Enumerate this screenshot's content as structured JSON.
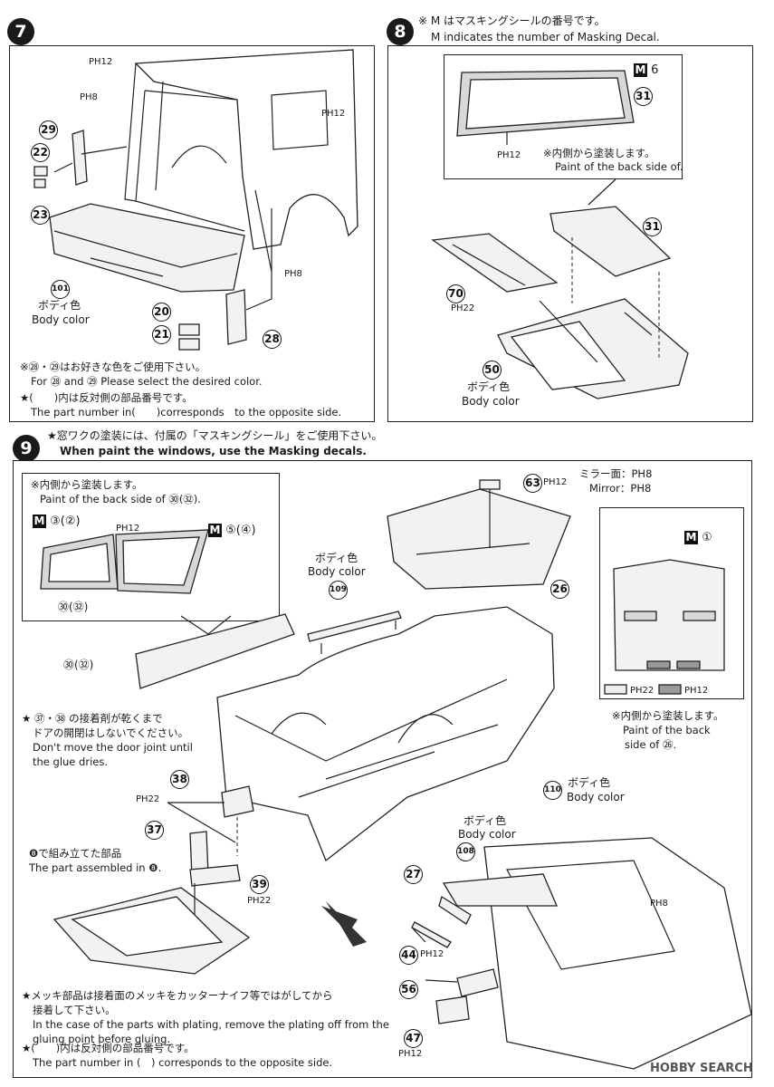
{
  "step7": {
    "number": "7",
    "ph12": "PH12",
    "ph8_a": "PH8",
    "ph12_b": "PH12",
    "ph8_b": "PH8",
    "p29": "29",
    "p22": "22",
    "p23": "23",
    "p101": "101",
    "p20": "20",
    "p21": "21",
    "p28": "28",
    "body_color_jp": "ボディ色",
    "body_color_en": "Body color",
    "note_color_jp": "※㉘・㉙はお好きな色をご使用下さい。",
    "note_color_en": "For ㉘ and ㉙ Please select the desired color.",
    "note_opp_jp": "★(　　)内は反対側の部品番号です。",
    "note_opp_en": "The part number in(　　)corresponds　to the opposite side."
  },
  "step8": {
    "number": "8",
    "mask_note_jp": "※ M はマスキングシールの番号です。",
    "mask_note_en": "M indicates the number of Masking Decal.",
    "m6": "6",
    "p31a": "31",
    "ph12": "PH12",
    "back_jp": "※内側から塗装します。",
    "back_en": "Paint of the back side of.",
    "p31b": "31",
    "p70": "70",
    "ph22": "PH22",
    "p50": "50",
    "body_color_jp": "ボディ色",
    "body_color_en": "Body color"
  },
  "step9": {
    "number": "9",
    "header_jp": "★窓ワクの塗装には、付属の「マスキングシール」をご使用下さい。",
    "header_en": "When paint the windows, use the Masking decals.",
    "inner_jp": "※内側から塗装します。",
    "inner_en": "Paint of the back side of ㉚(㉜).",
    "m3": "③(②)",
    "m5": "⑤(④)",
    "ph12_a": "PH12",
    "p30_32_a": "㉚(㉜)",
    "p30_32_b": "㉚(㉜)",
    "body_color_jp_a": "ボディ色",
    "body_color_en_a": "Body color",
    "p109": "109",
    "p63": "63",
    "ph12_63": "PH12",
    "mirror_jp": "ミラー面：PH8",
    "mirror_en": "Mirror：PH8",
    "p26": "26",
    "m1": "①",
    "ph22_leg": "PH22",
    "ph12_leg": "PH12",
    "back26_jp": "※内側から塗装します。",
    "back26_en1": "Paint of the back",
    "back26_en2": "side of ㉖.",
    "glue_jp1": "★ ㊲・㊳ の接着剤が乾くまで",
    "glue_jp2": "ドアの開閉はしないでください。",
    "glue_en1": "Don't move the door joint until",
    "glue_en2": "the glue dries.",
    "p38": "38",
    "ph22_38": "PH22",
    "p37": "37",
    "p39": "39",
    "ph22_39": "PH22",
    "p110": "110",
    "body_color_jp_b": "ボディ色",
    "body_color_en_b": "Body color",
    "assembled_jp": "❽で組み立てた部品",
    "assembled_en": "The part assembled in ❽.",
    "body_color_jp_c": "ボディ色",
    "body_color_en_c": "Body color",
    "p108": "108",
    "p27": "27",
    "ph8_r": "PH8",
    "p44": "44",
    "ph12_44": "PH12",
    "p56": "56",
    "p47": "47",
    "ph12_47": "PH12",
    "plating_jp1": "★メッキ部品は接着面のメッキをカッターナイフ等ではがしてから",
    "plating_jp2": "接着して下さい。",
    "plating_en1": "In the case of the parts with plating, remove the plating off from the",
    "plating_en2": "gluing point before gluing.",
    "opp_jp": "★(　　)内は反対側の部品番号です。",
    "opp_en": "The part number in (　) corresponds to the opposite side."
  },
  "watermark": "HOBBY SEARCH"
}
